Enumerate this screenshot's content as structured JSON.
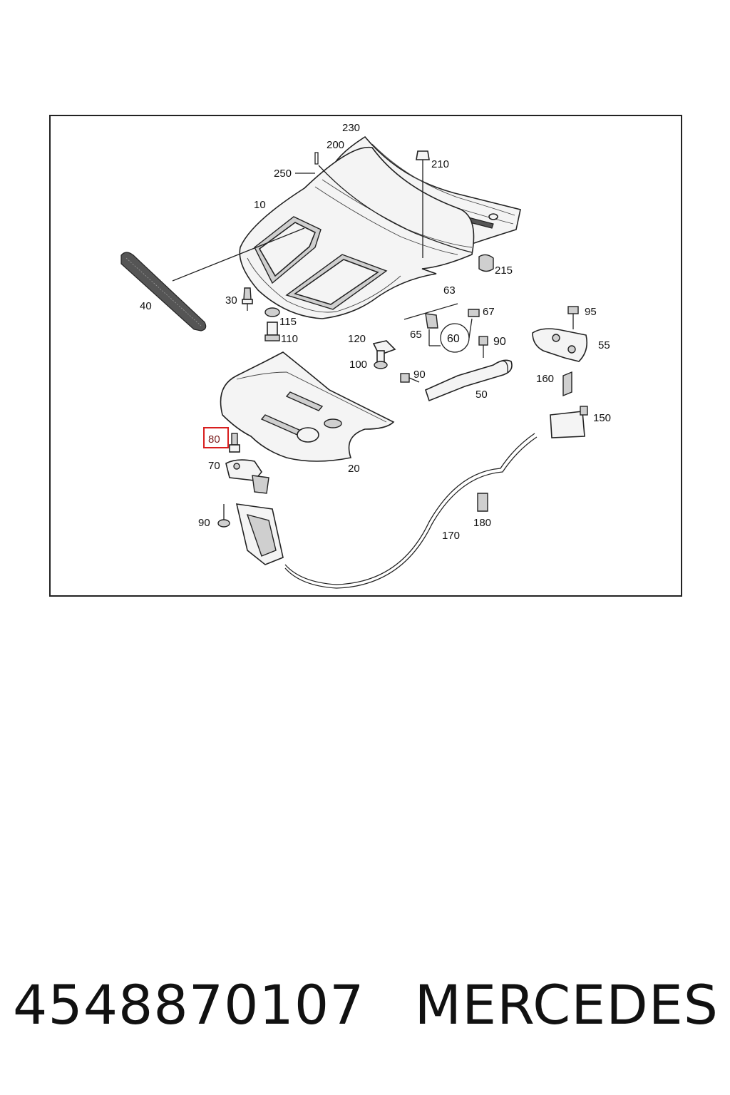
{
  "diagram": {
    "labels": {
      "l230": "230",
      "l200": "200",
      "l210": "210",
      "l250": "250",
      "l10": "10",
      "l215": "215",
      "l40": "40",
      "l30": "30",
      "l115": "115",
      "l110": "110",
      "l63": "63",
      "l67": "67",
      "l95": "95",
      "l120": "120",
      "l65": "65",
      "l60": "60",
      "l90a": "90",
      "l55": "55",
      "l100": "100",
      "l90b": "90",
      "l160": "160",
      "l50": "50",
      "l150": "150",
      "l80": "80",
      "l70": "70",
      "l20": "20",
      "l180": "180",
      "l90c": "90",
      "l170": "170"
    },
    "highlighted_part": "80",
    "highlight_color": "#d81e1e"
  },
  "footer": {
    "part_number": "4548870107",
    "brand": "MERCEDES"
  }
}
